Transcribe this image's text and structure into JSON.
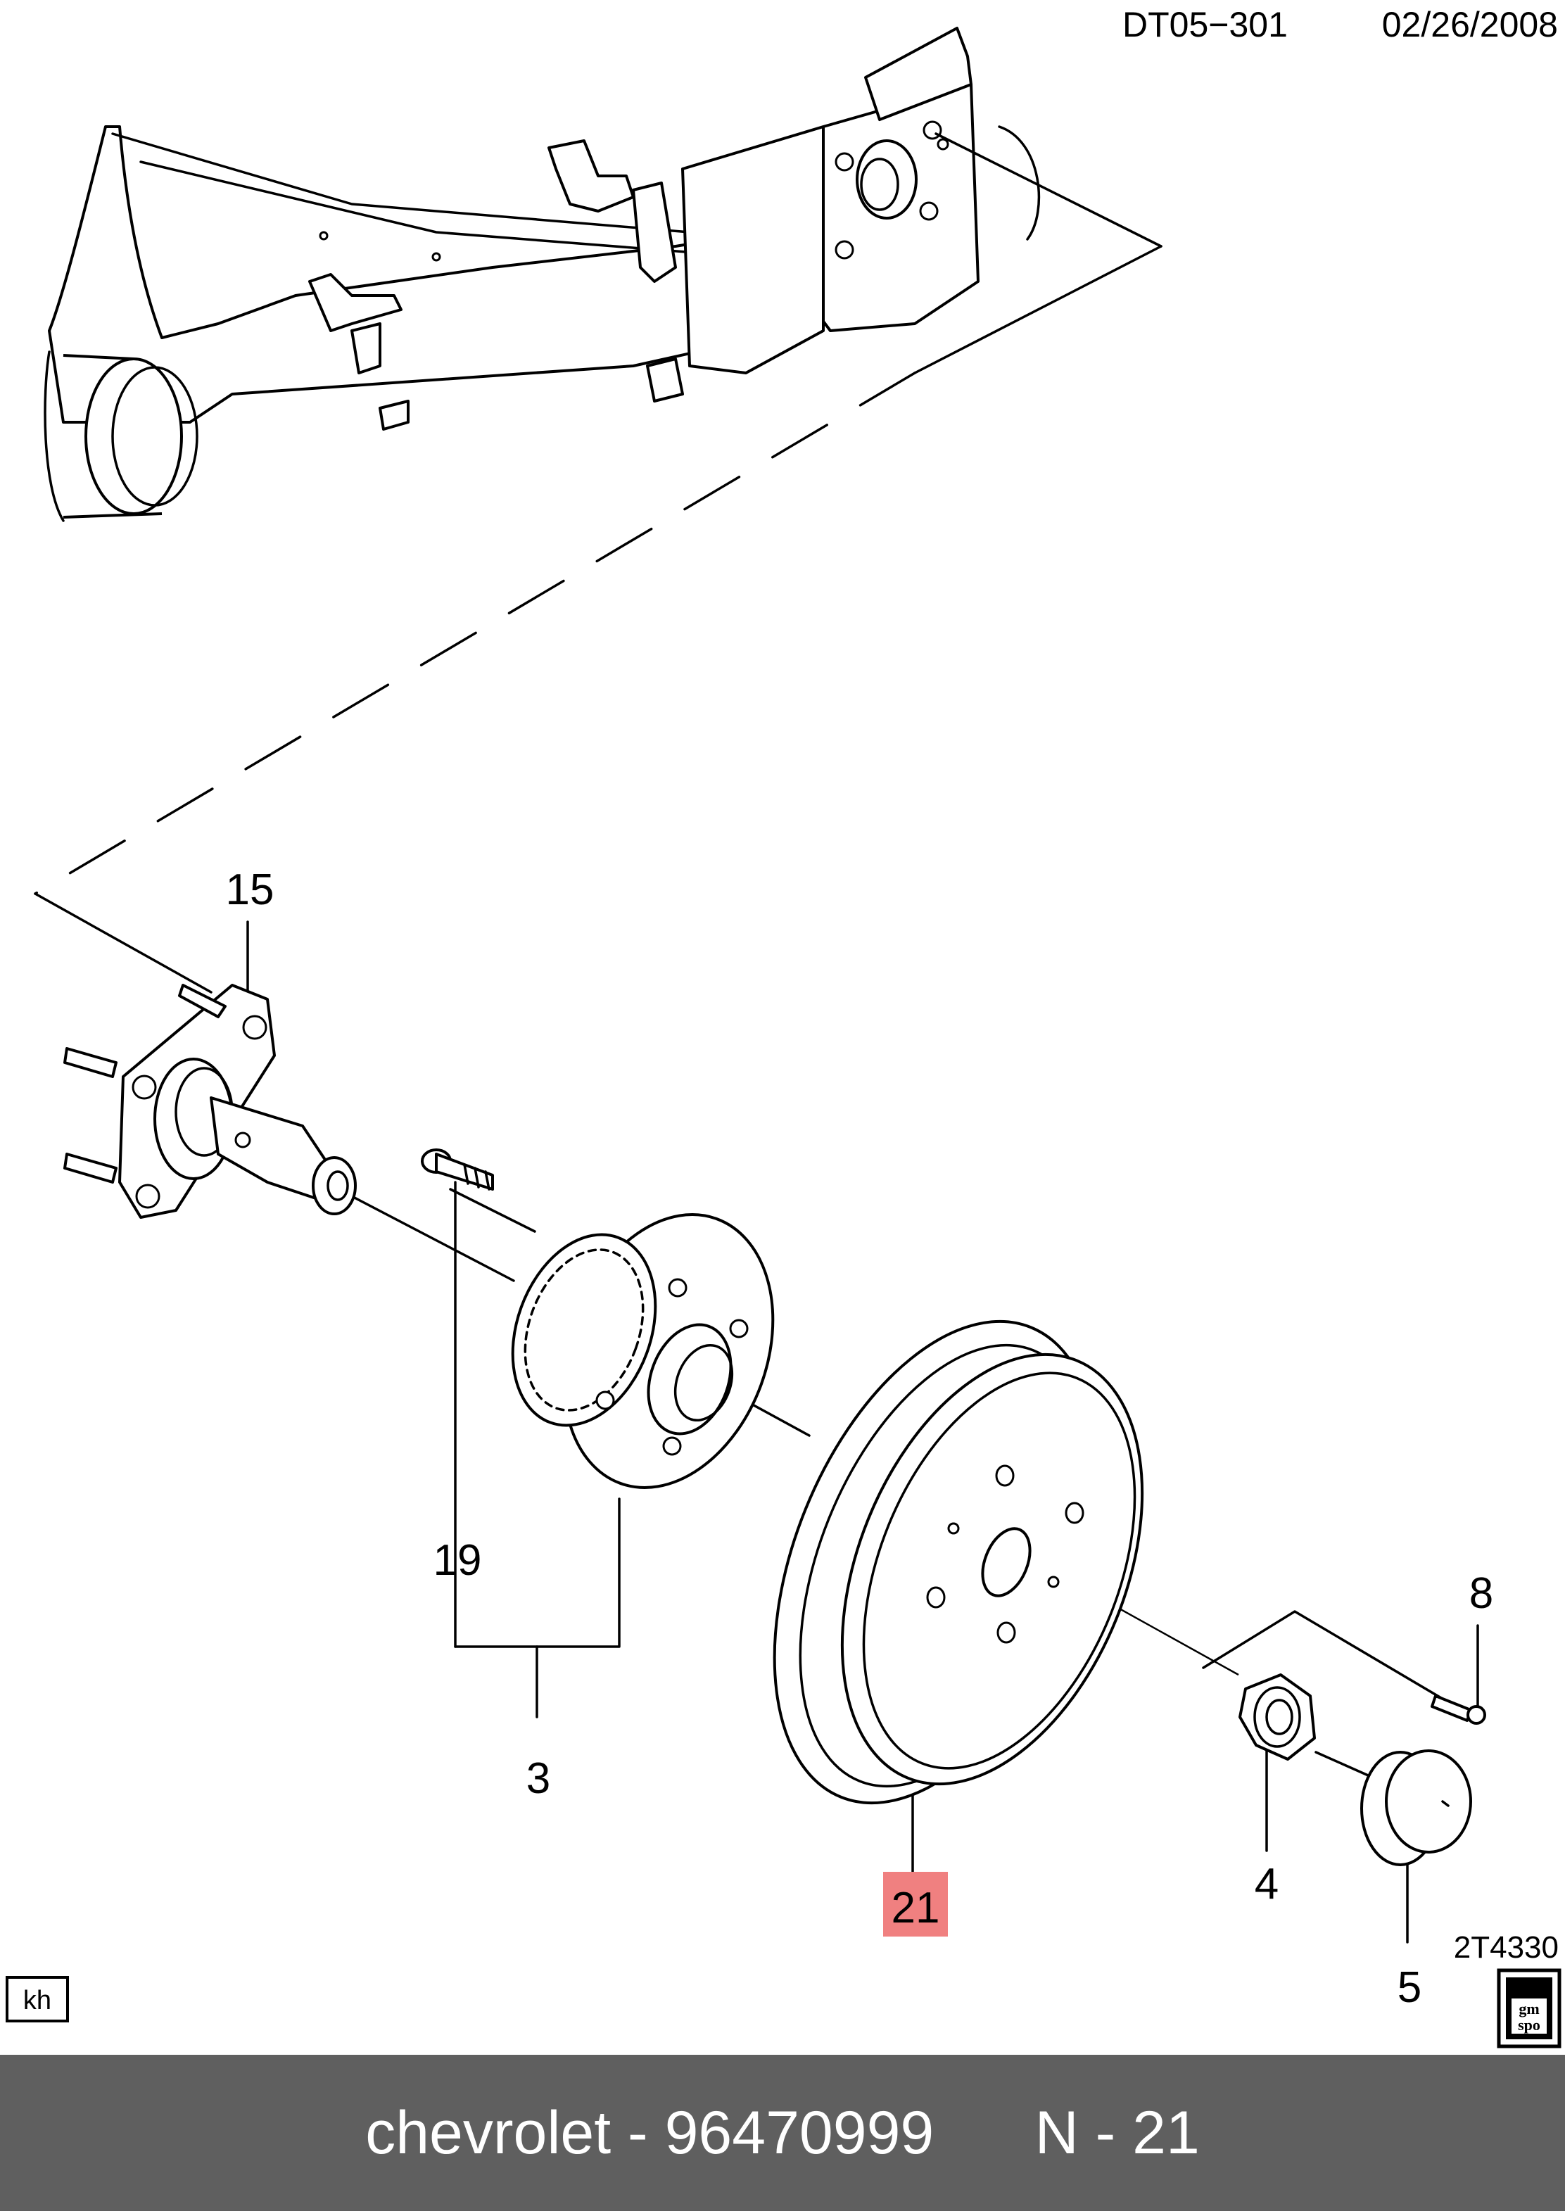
{
  "header": {
    "doc_code": "DT05−301",
    "date": "02/26/2008"
  },
  "callouts": {
    "c15": "15",
    "c19": "19",
    "c3": "3",
    "c21": "21",
    "c8": "8",
    "c4": "4",
    "c5": "5"
  },
  "highlight_color": "#f08080",
  "figure_code": "2T4330",
  "author_tag": "kh",
  "logo_text": {
    "line1": "gm",
    "line2": "spo"
  },
  "footer": {
    "brand": "chevrolet",
    "part_number": "96470999",
    "item": "N - 21"
  }
}
